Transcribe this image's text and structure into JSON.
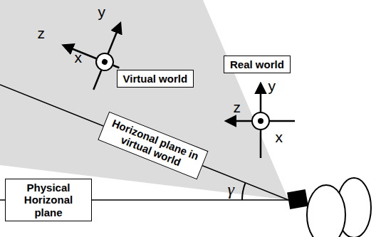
{
  "diagram": {
    "nodes": [
      {
        "text": [
          "Real world"
        ]
      },
      {
        "text": [
          "Virtual world"
        ]
      },
      {
        "text": [
          "Horizonal plane in virtual world"
        ]
      },
      {
        "text": [
          "Physical Horizonal plane"
        ]
      }
    ],
    "labels": [
      "y",
      "z",
      "x",
      "y",
      "z",
      "x",
      "γ"
    ]
  }
}
